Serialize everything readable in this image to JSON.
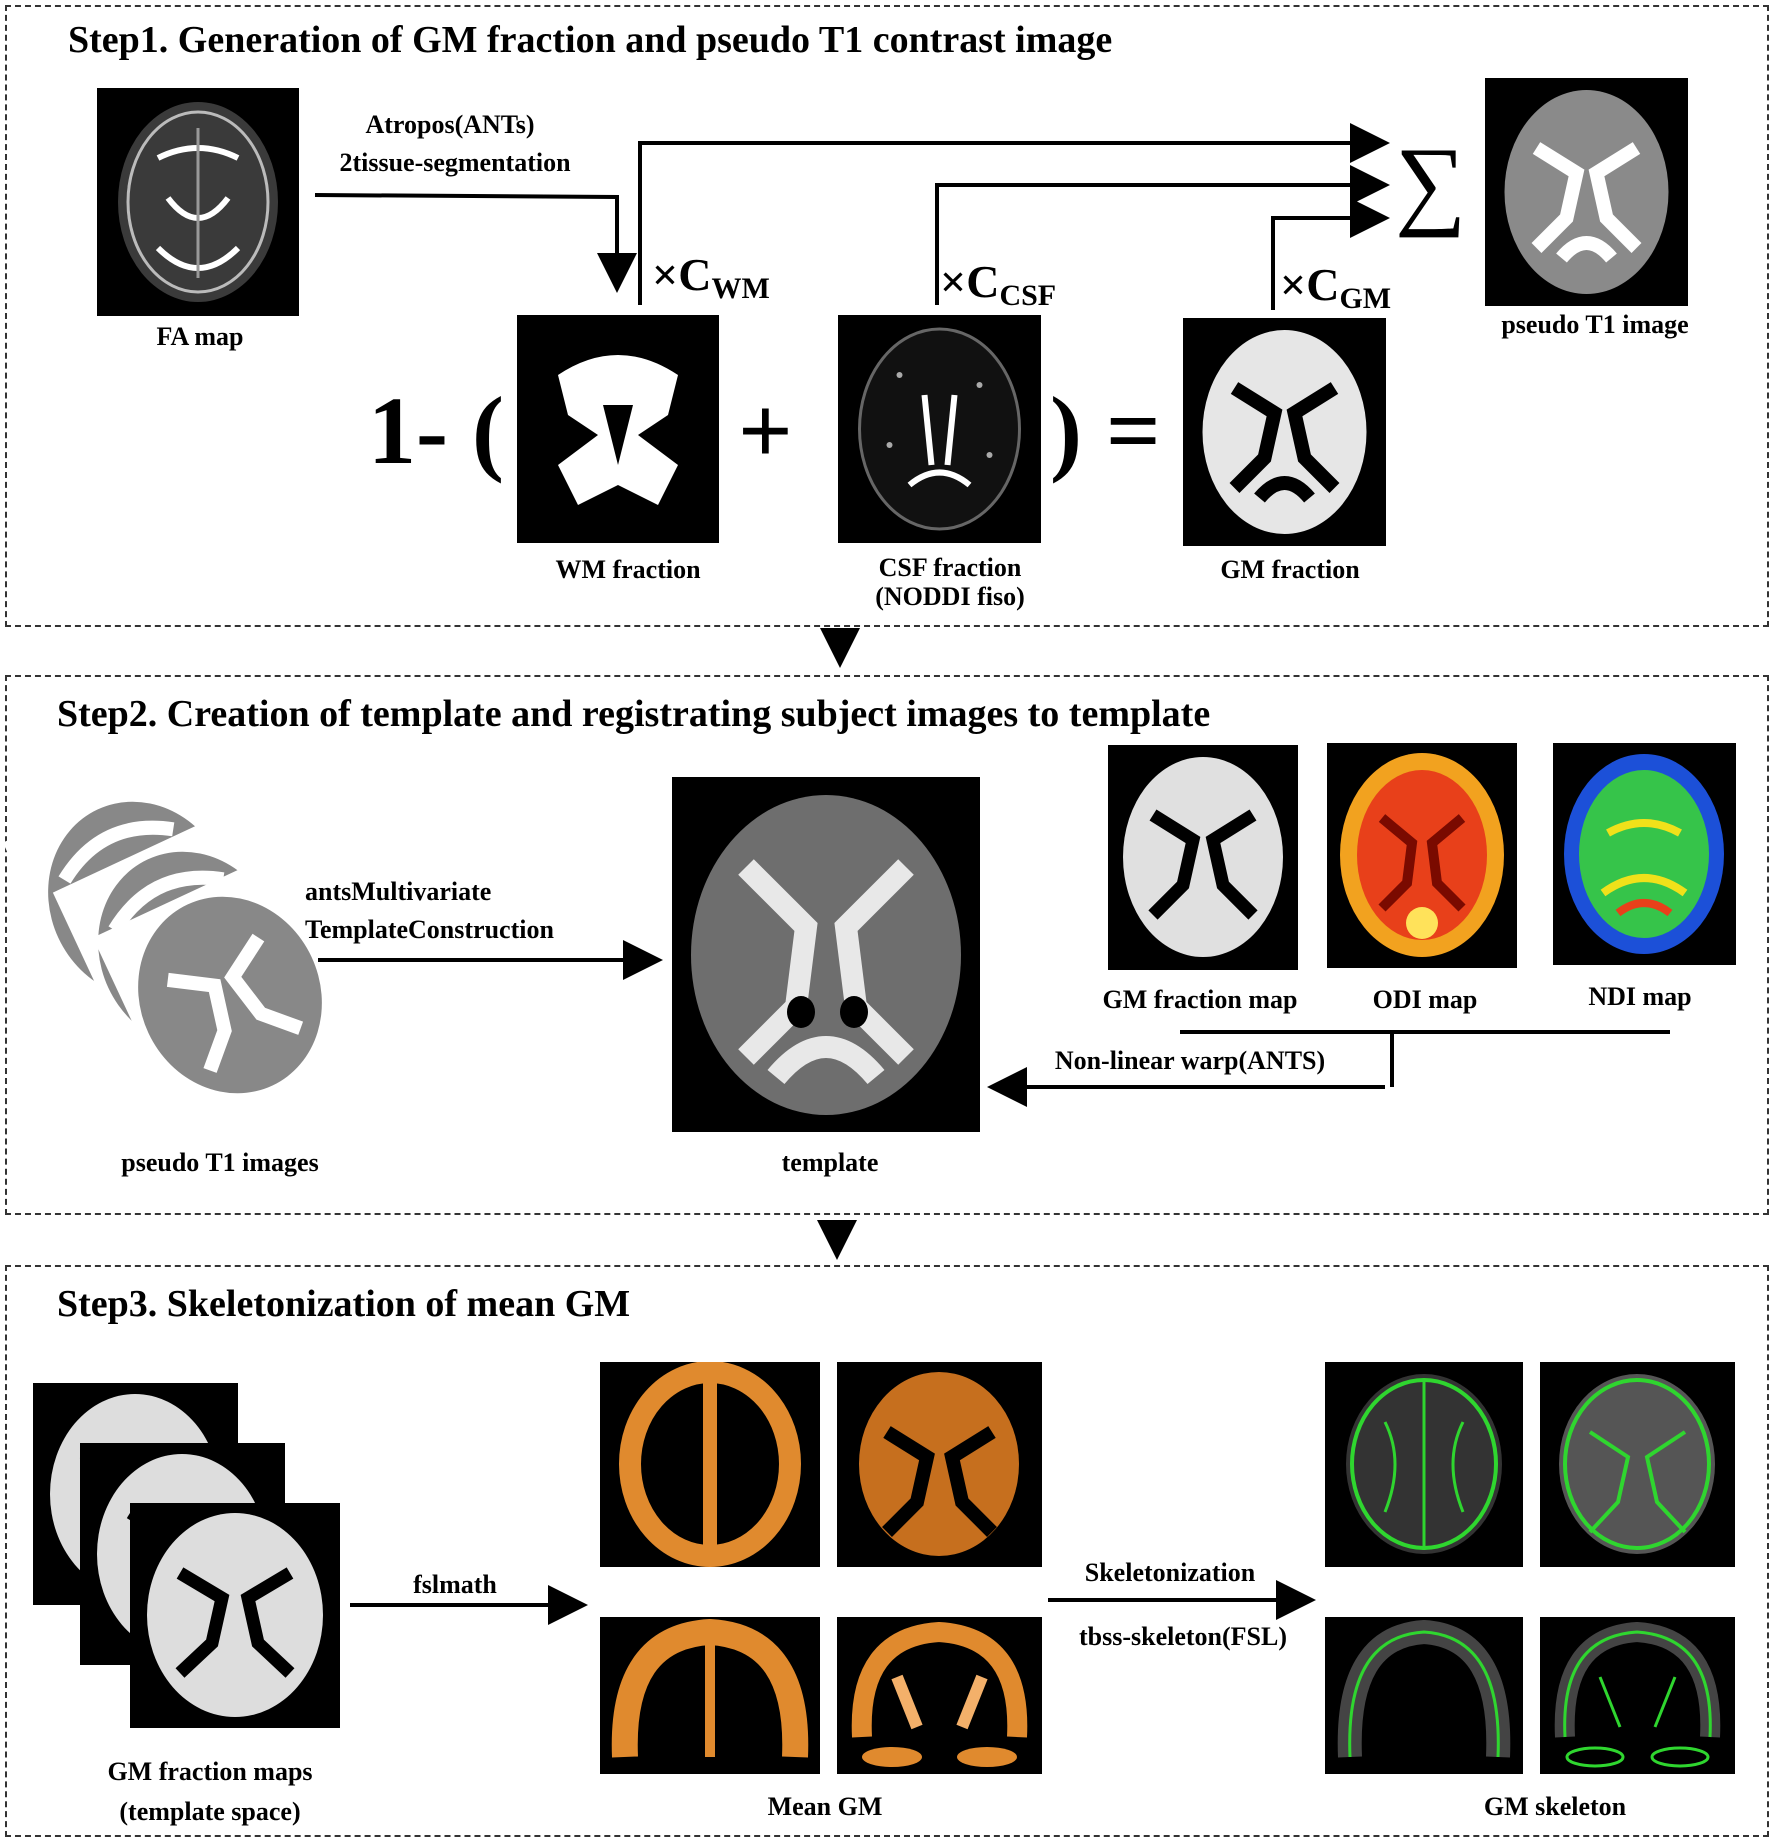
{
  "step1": {
    "title": "Step1. Generation of GM fraction and pseudo T1 contrast image",
    "fa_label": "FA map",
    "atropos_line1": "Atropos(ANTs)",
    "atropos_line2": "2tissue-segmentation",
    "pseudo_label": "pseudo T1 image",
    "wm_label": "WM fraction",
    "csf_label_line1": "CSF fraction",
    "csf_label_line2": "(NODDI fiso)",
    "gm_label": "GM fraction",
    "one_minus": "1- (",
    "plus": "+",
    "close_eq": ") =",
    "sigma": "∑",
    "times": "×",
    "c": "C",
    "wm_sub": "WM",
    "csf_sub": "CSF",
    "gm_sub": "GM"
  },
  "step2": {
    "title": "Step2. Creation of template and registrating subject images to template",
    "ants_line1": "antsMultivariate",
    "ants_line2": "TemplateConstruction",
    "pseudo_label": "pseudo T1 images",
    "template_label": "template",
    "gmmap_label": "GM fraction map",
    "odi_label": "ODI map",
    "ndi_label": "NDI map",
    "warp_label": "Non-linear warp(ANTS)"
  },
  "step3": {
    "title": "Step3. Skeletonization of mean GM",
    "fslmath": "fslmath",
    "skel_label": "Skeletonization",
    "tbss_label": "tbss-skeleton(FSL)",
    "maps_line1": "GM fraction maps",
    "maps_line2": "(template space)",
    "mean_label": "Mean GM",
    "skeleton_label": "GM skeleton"
  },
  "colors": {
    "mean_gm": "#e08a2e",
    "skeleton": "#2fd62f",
    "odi_hot": "#e8401a",
    "ndi_green": "#36c44a"
  }
}
